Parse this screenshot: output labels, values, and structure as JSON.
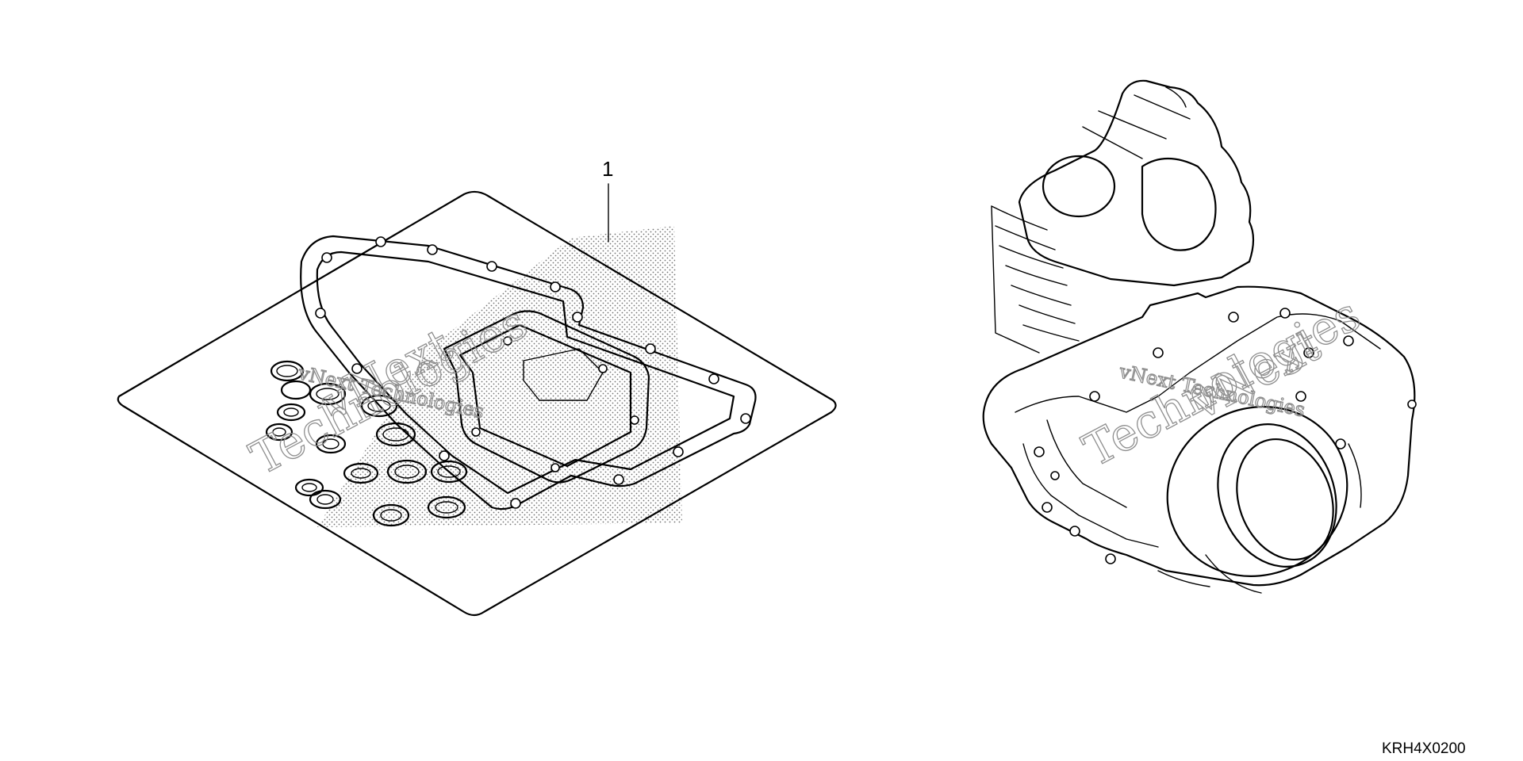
{
  "callouts": [
    {
      "label": "1"
    }
  ],
  "diagram_code": "KRH4X0200",
  "watermark": {
    "line1": "vNext",
    "line2": "Technologies",
    "inline": "vNext Technologies",
    "color": "#8a8a8a"
  },
  "icons": {
    "gasket-kit": "gasket-kit-illustration",
    "engine": "engine-illustration"
  }
}
